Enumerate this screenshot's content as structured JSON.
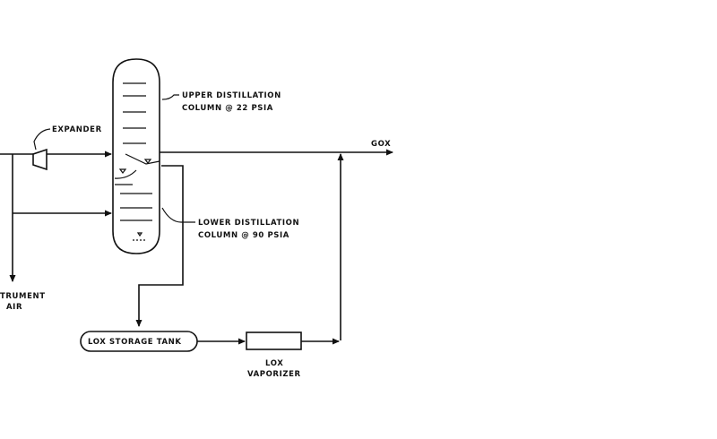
{
  "labels": {
    "upper_column_line1": "UPPER DISTILLATION",
    "upper_column_line2": "COLUMN @ 22 PSIA",
    "lower_column_line1": "LOWER DISTILLATION",
    "lower_column_line2": "COLUMN @ 90 PSIA",
    "expander": "EXPANDER",
    "gox": "GOX",
    "instrument_air_line1": "TRUMENT",
    "instrument_air_line2": "AIR",
    "lox_storage_tank": "LOX STORAGE TANK",
    "lox_vaporizer_line1": "LOX",
    "lox_vaporizer_line2": "VAPORIZER"
  }
}
